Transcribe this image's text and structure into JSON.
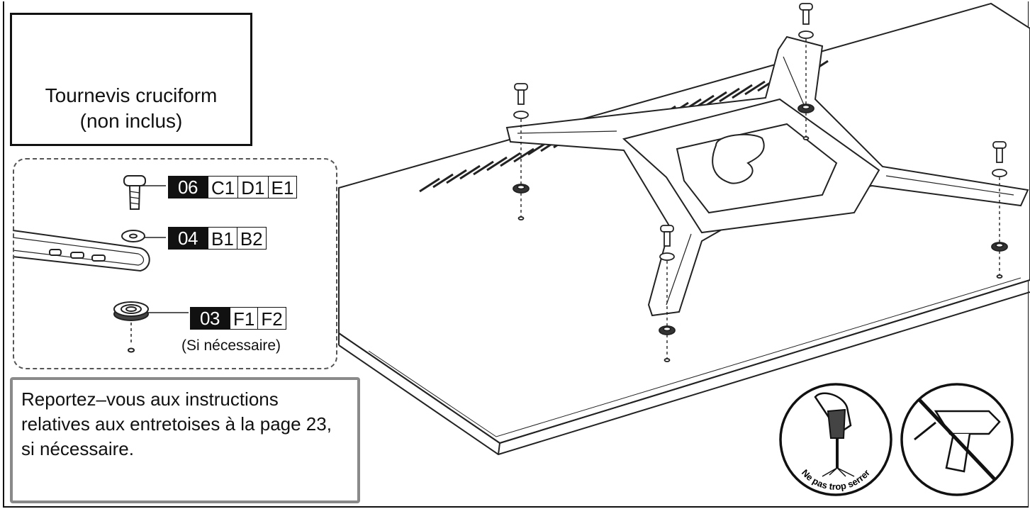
{
  "tool": {
    "name": "Tournevis cruciform",
    "note": "(non inclus)",
    "icons": [
      "phillips-head-icon",
      "screwdriver-icon"
    ]
  },
  "parts": [
    {
      "number": "06",
      "codes": [
        "C1",
        "D1",
        "E1"
      ],
      "icon": "screw-icon"
    },
    {
      "number": "04",
      "codes": [
        "B1",
        "B2"
      ],
      "icon": "washer-icon"
    },
    {
      "number": "03",
      "codes": [
        "F1",
        "F2"
      ],
      "icon": "spacer-icon",
      "note": "(Si nécessaire)"
    }
  ],
  "spacers_note": "Reportez–vous aux instructions relatives aux entretoises à la page 23, si nécessaire.",
  "warning": {
    "label": "Ne pas trop serrer",
    "icons": [
      "hand-screwdriver-icon",
      "no-power-drill-icon"
    ]
  }
}
